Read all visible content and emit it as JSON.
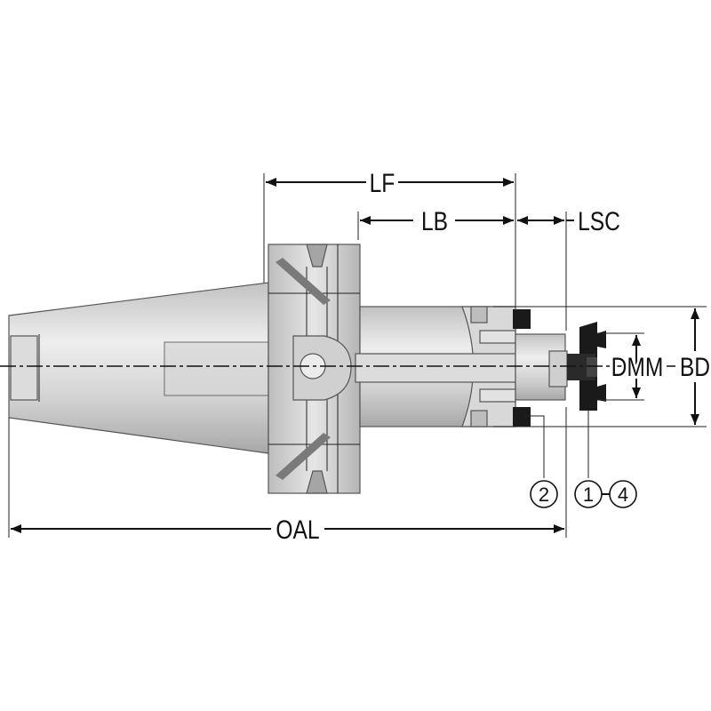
{
  "labels": {
    "lf": "LF",
    "lb": "LB",
    "lsc": "LSC",
    "dmm": "DMM",
    "bd": "BD",
    "oal": "OAL"
  },
  "callouts": {
    "two": "2",
    "one": "1",
    "four": "4"
  },
  "colors": {
    "body": "#cfcfcf",
    "body_light": "#e4e4e4",
    "body_dark": "#9a9a9a",
    "insert": "#1a1a1a",
    "line": "#111111"
  }
}
